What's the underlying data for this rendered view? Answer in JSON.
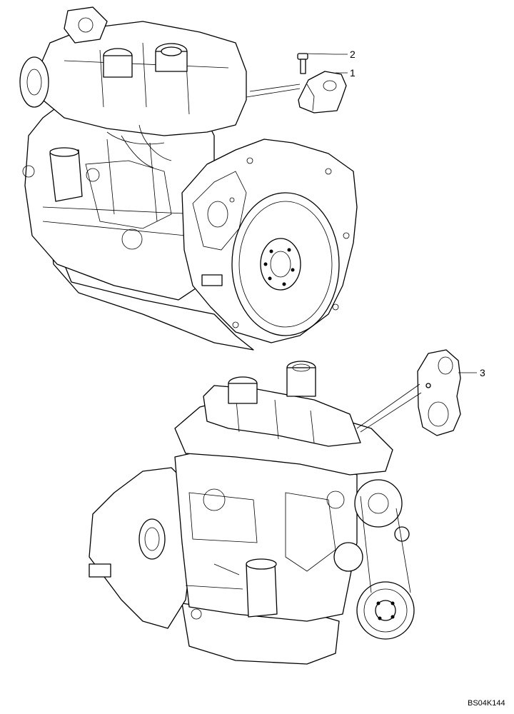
{
  "callouts": {
    "bolt": "2",
    "lifting_bracket": "1",
    "plate": "3"
  },
  "drawing_ref": "BS04K144",
  "colors": {
    "line": "#000000",
    "background": "#ffffff"
  }
}
